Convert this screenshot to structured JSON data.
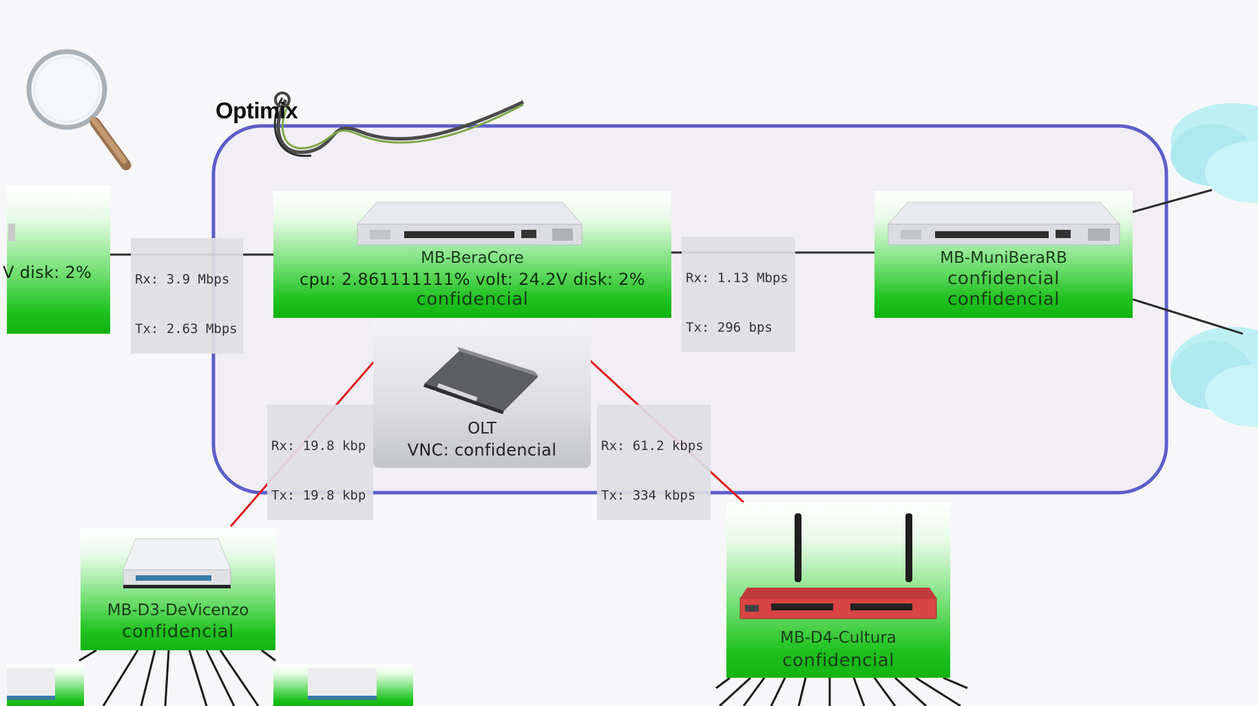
{
  "brand": {
    "name": "Optimix"
  },
  "icons": {
    "search": "magnifier-icon",
    "cloud": "cloud-icon"
  },
  "colors": {
    "group_border": "#5b5fc8",
    "link_wireless": "#e01a1a",
    "link_wired": "#2b2b2b",
    "node_up": "#1ec21e"
  },
  "nodes": {
    "left_partial": {
      "text": "V disk: 2%"
    },
    "beracore": {
      "name": "MB-BeraCore",
      "stats": "cpu: 2.861111111% volt: 24.2V disk: 2%",
      "ip": "confidencial"
    },
    "munibera": {
      "name": "MB-MuniBeraRB",
      "line1": "confidencial",
      "line2": "confidencial"
    },
    "olt": {
      "name": "OLT",
      "vnc": "VNC: confidencial"
    },
    "devicenzo": {
      "name": "MB-D3-DeVicenzo",
      "ip": "confidencial"
    },
    "cultura": {
      "name": "MB-D4-Cultura",
      "ip": "confidencial"
    }
  },
  "links": {
    "left_to_core": {
      "rx": "Rx: 3.9 Mbps",
      "tx": "Tx: 2.63 Mbps"
    },
    "core_to_muni": {
      "rx": "Rx: 1.13 Mbps",
      "tx": "Tx: 296 bps"
    },
    "core_to_d3": {
      "rx": "Rx: 19.8 kbp",
      "tx": "Tx: 19.8 kbp"
    },
    "core_to_d4": {
      "rx": "Rx: 61.2 kbps",
      "tx": "Tx: 334 kbps"
    }
  }
}
